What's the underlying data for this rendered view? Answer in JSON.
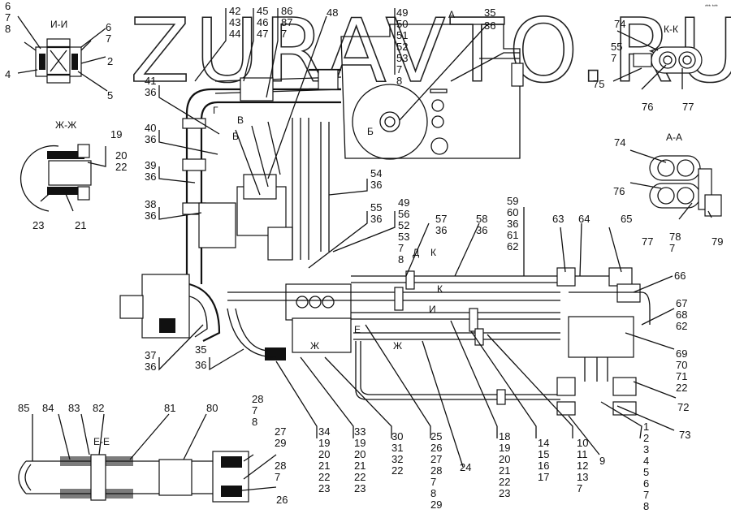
{
  "watermark": "ZURAVTO.RU",
  "corner_note": "*** ***",
  "sections": {
    "ii": "И-И",
    "zhzh": "Ж-Ж",
    "kk": "К-К",
    "aa": "А-А",
    "ee": "Е-Е",
    "a_view": "А",
    "b_mark_1": "Б",
    "b_mark_2": "Б",
    "v_mark": "В",
    "g_mark": "Г",
    "d_mark": "Д",
    "zh_mark_1": "Ж",
    "zh_mark_2": "Ж",
    "i_mark": "И",
    "k_mark_1": "К",
    "k_mark_2": "К",
    "e_mark": "Е"
  },
  "callouts": [
    {
      "id": "c1",
      "text": "6"
    },
    {
      "id": "c2",
      "text": "7"
    },
    {
      "id": "c3",
      "text": "8"
    },
    {
      "id": "c4",
      "text": "6"
    },
    {
      "id": "c5",
      "text": "7"
    },
    {
      "id": "c6",
      "text": "2"
    },
    {
      "id": "c7",
      "text": "4"
    },
    {
      "id": "c8",
      "text": "5"
    },
    {
      "id": "c9",
      "text": "42"
    },
    {
      "id": "c10",
      "text": "43"
    },
    {
      "id": "c11",
      "text": "44"
    },
    {
      "id": "c12",
      "text": "45"
    },
    {
      "id": "c13",
      "text": "46"
    },
    {
      "id": "c14",
      "text": "47"
    },
    {
      "id": "c15",
      "text": "86"
    },
    {
      "id": "c16",
      "text": "87"
    },
    {
      "id": "c17",
      "text": "7"
    },
    {
      "id": "c18",
      "text": "48"
    },
    {
      "id": "c19",
      "text": "49"
    },
    {
      "id": "c20",
      "text": "50"
    },
    {
      "id": "c21",
      "text": "51"
    },
    {
      "id": "c22",
      "text": "52"
    },
    {
      "id": "c23",
      "text": "53"
    },
    {
      "id": "c24",
      "text": "7"
    },
    {
      "id": "c25",
      "text": "8"
    },
    {
      "id": "c26",
      "text": "35"
    },
    {
      "id": "c27",
      "text": "36"
    },
    {
      "id": "c28",
      "text": "74"
    },
    {
      "id": "c29",
      "text": "55"
    },
    {
      "id": "c30",
      "text": "7"
    },
    {
      "id": "c31",
      "text": "75"
    },
    {
      "id": "c32",
      "text": "76"
    },
    {
      "id": "c33",
      "text": "77"
    },
    {
      "id": "c34",
      "text": "41"
    },
    {
      "id": "c35",
      "text": "36"
    },
    {
      "id": "c36",
      "text": "40"
    },
    {
      "id": "c37",
      "text": "36"
    },
    {
      "id": "c38",
      "text": "39"
    },
    {
      "id": "c39",
      "text": "36"
    },
    {
      "id": "c40",
      "text": "38"
    },
    {
      "id": "c41",
      "text": "36"
    },
    {
      "id": "c42",
      "text": "19"
    },
    {
      "id": "c43",
      "text": "20"
    },
    {
      "id": "c44",
      "text": "22"
    },
    {
      "id": "c45",
      "text": "23"
    },
    {
      "id": "c46",
      "text": "21"
    },
    {
      "id": "c47",
      "text": "54"
    },
    {
      "id": "c48",
      "text": "36"
    },
    {
      "id": "c49",
      "text": "55"
    },
    {
      "id": "c50",
      "text": "36"
    },
    {
      "id": "c51",
      "text": "49"
    },
    {
      "id": "c52",
      "text": "56"
    },
    {
      "id": "c53",
      "text": "52"
    },
    {
      "id": "c54",
      "text": "53"
    },
    {
      "id": "c55",
      "text": "7"
    },
    {
      "id": "c56",
      "text": "8"
    },
    {
      "id": "c57",
      "text": "57"
    },
    {
      "id": "c58",
      "text": "36"
    },
    {
      "id": "c59",
      "text": "58"
    },
    {
      "id": "c60",
      "text": "36"
    },
    {
      "id": "c61",
      "text": "59"
    },
    {
      "id": "c62",
      "text": "60"
    },
    {
      "id": "c63",
      "text": "36"
    },
    {
      "id": "c64",
      "text": "61"
    },
    {
      "id": "c65",
      "text": "62"
    },
    {
      "id": "c66",
      "text": "63"
    },
    {
      "id": "c67",
      "text": "64"
    },
    {
      "id": "c68",
      "text": "65"
    },
    {
      "id": "c69",
      "text": "66"
    },
    {
      "id": "c70",
      "text": "74"
    },
    {
      "id": "c71",
      "text": "76"
    },
    {
      "id": "c72",
      "text": "77"
    },
    {
      "id": "c73",
      "text": "78"
    },
    {
      "id": "c74",
      "text": "7"
    },
    {
      "id": "c75",
      "text": "79"
    },
    {
      "id": "c76",
      "text": "67"
    },
    {
      "id": "c77",
      "text": "68"
    },
    {
      "id": "c78",
      "text": "62"
    },
    {
      "id": "c79",
      "text": "69"
    },
    {
      "id": "c80",
      "text": "70"
    },
    {
      "id": "c81",
      "text": "71"
    },
    {
      "id": "c82",
      "text": "22"
    },
    {
      "id": "c83",
      "text": "72"
    },
    {
      "id": "c84",
      "text": "73"
    },
    {
      "id": "c85",
      "text": "37"
    },
    {
      "id": "c86",
      "text": "36"
    },
    {
      "id": "c87",
      "text": "35"
    },
    {
      "id": "c88",
      "text": "36"
    },
    {
      "id": "c89",
      "text": "34"
    },
    {
      "id": "c90",
      "text": "19"
    },
    {
      "id": "c91",
      "text": "20"
    },
    {
      "id": "c92",
      "text": "21"
    },
    {
      "id": "c93",
      "text": "22"
    },
    {
      "id": "c94",
      "text": "23"
    },
    {
      "id": "c95",
      "text": "33"
    },
    {
      "id": "c96",
      "text": "19"
    },
    {
      "id": "c97",
      "text": "20"
    },
    {
      "id": "c98",
      "text": "21"
    },
    {
      "id": "c99",
      "text": "22"
    },
    {
      "id": "c100",
      "text": "23"
    },
    {
      "id": "c101",
      "text": "30"
    },
    {
      "id": "c102",
      "text": "31"
    },
    {
      "id": "c103",
      "text": "32"
    },
    {
      "id": "c104",
      "text": "22"
    },
    {
      "id": "c105",
      "text": "25"
    },
    {
      "id": "c106",
      "text": "26"
    },
    {
      "id": "c107",
      "text": "27"
    },
    {
      "id": "c108",
      "text": "28"
    },
    {
      "id": "c109",
      "text": "7"
    },
    {
      "id": "c110",
      "text": "8"
    },
    {
      "id": "c111",
      "text": "29"
    },
    {
      "id": "c112",
      "text": "24"
    },
    {
      "id": "c113",
      "text": "18"
    },
    {
      "id": "c114",
      "text": "19"
    },
    {
      "id": "c115",
      "text": "20"
    },
    {
      "id": "c116",
      "text": "21"
    },
    {
      "id": "c117",
      "text": "22"
    },
    {
      "id": "c118",
      "text": "23"
    },
    {
      "id": "c119",
      "text": "14"
    },
    {
      "id": "c120",
      "text": "15"
    },
    {
      "id": "c121",
      "text": "16"
    },
    {
      "id": "c122",
      "text": "17"
    },
    {
      "id": "c123",
      "text": "10"
    },
    {
      "id": "c124",
      "text": "11"
    },
    {
      "id": "c125",
      "text": "12"
    },
    {
      "id": "c126",
      "text": "13"
    },
    {
      "id": "c127",
      "text": "7"
    },
    {
      "id": "c128",
      "text": "9"
    },
    {
      "id": "c129",
      "text": "1"
    },
    {
      "id": "c130",
      "text": "2"
    },
    {
      "id": "c131",
      "text": "3"
    },
    {
      "id": "c132",
      "text": "4"
    },
    {
      "id": "c133",
      "text": "5"
    },
    {
      "id": "c134",
      "text": "6"
    },
    {
      "id": "c135",
      "text": "7"
    },
    {
      "id": "c136",
      "text": "8"
    },
    {
      "id": "c137",
      "text": "85"
    },
    {
      "id": "c138",
      "text": "84"
    },
    {
      "id": "c139",
      "text": "83"
    },
    {
      "id": "c140",
      "text": "82"
    },
    {
      "id": "c141",
      "text": "81"
    },
    {
      "id": "c142",
      "text": "80"
    },
    {
      "id": "c143",
      "text": "28"
    },
    {
      "id": "c144",
      "text": "7"
    },
    {
      "id": "c145",
      "text": "8"
    },
    {
      "id": "c146",
      "text": "27"
    },
    {
      "id": "c147",
      "text": "29"
    },
    {
      "id": "c148",
      "text": "28"
    },
    {
      "id": "c149",
      "text": "7"
    },
    {
      "id": "c150",
      "text": "26"
    }
  ]
}
